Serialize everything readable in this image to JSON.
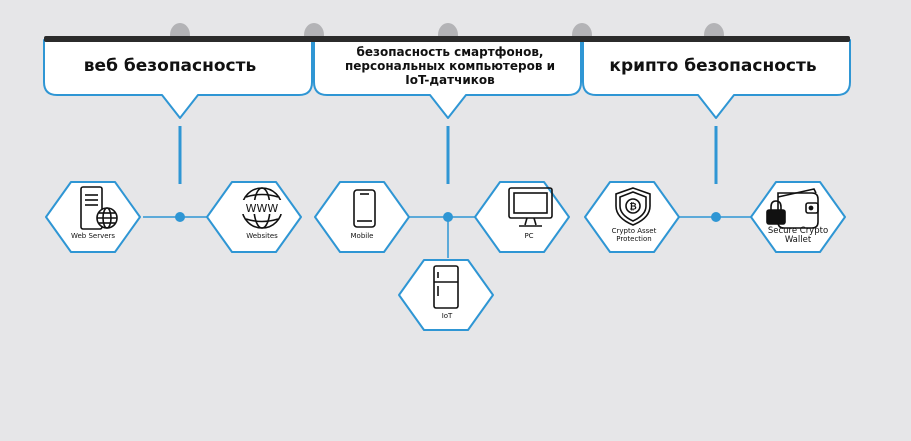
{
  "categories": [
    {
      "label": "веб безопасность"
    },
    {
      "label": "безопасность смартфонов, персональных компьютеров и IoT-датчиков"
    },
    {
      "label": "крипто безопасность"
    }
  ],
  "nodes": [
    {
      "label": "Web Servers",
      "icon": "server-globe-icon"
    },
    {
      "label": "Websites",
      "icon": "www-globe-icon"
    },
    {
      "label": "Mobile",
      "icon": "smartphone-icon"
    },
    {
      "label": "PC",
      "icon": "monitor-icon"
    },
    {
      "label": "IoT",
      "icon": "fridge-icon"
    },
    {
      "label": "Crypto Asset Protection",
      "icon": "shield-bitcoin-icon"
    },
    {
      "label": "Secure Crypto Wallet",
      "icon": "wallet-lock-icon"
    }
  ],
  "colors": {
    "accent": "#2f96d4",
    "bar": "#2b2b2b",
    "tabs": "#b3b3b6",
    "background": "#e6e6e8"
  }
}
